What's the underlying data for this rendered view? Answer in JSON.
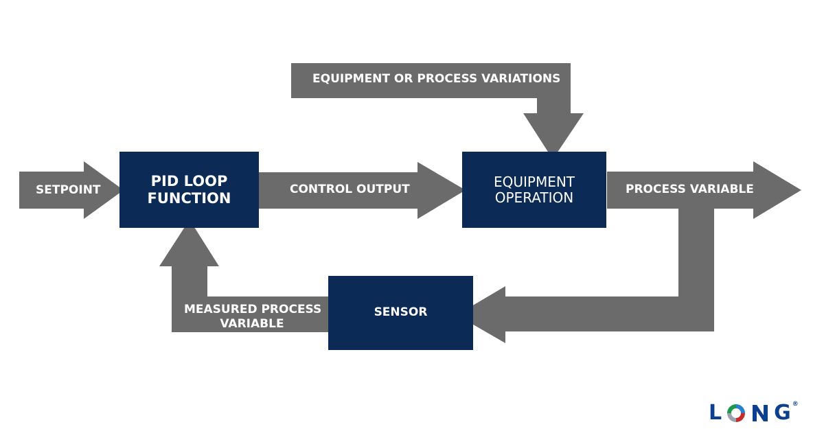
{
  "diagram": {
    "setpoint": "SETPOINT",
    "pid_box": {
      "line1": "PID LOOP",
      "line2": "FUNCTION"
    },
    "control_output": "CONTROL OUTPUT",
    "variations": "EQUIPMENT OR PROCESS VARIATIONS",
    "equipment_box": {
      "line1": "EQUIPMENT",
      "line2": "OPERATION"
    },
    "process_variable": "PROCESS VARIABLE",
    "sensor": "SENSOR",
    "measured": {
      "line1": "MEASURED PROCESS",
      "line2": "VARIABLE"
    }
  },
  "logo": {
    "letters": [
      "L",
      "G"
    ],
    "reg": "®"
  },
  "colors": {
    "arrow": "#6b6b6b",
    "box": "#0b2a55",
    "text": "#ffffff",
    "logo": "#0d3f8f"
  }
}
